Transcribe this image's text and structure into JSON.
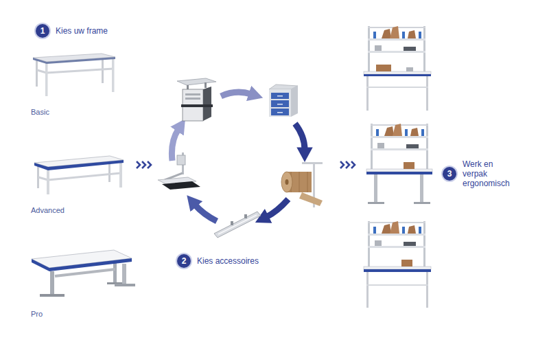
{
  "diagram": {
    "nodes": [
      {
        "text": [
          "1",
          "Kies uw frame"
        ]
      },
      {
        "text": [
          "2",
          "Kies accessoires"
        ]
      },
      {
        "text": [
          "3",
          "Werk en verpak ergonomisch"
        ]
      }
    ],
    "labels": [
      "Basic",
      "Advanced",
      "Pro"
    ]
  }
}
